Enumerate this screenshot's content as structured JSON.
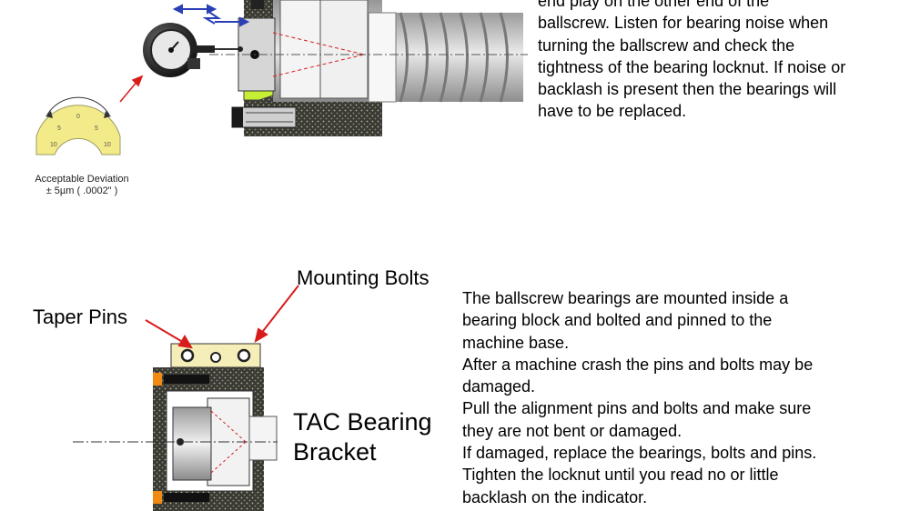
{
  "top_section": {
    "description_lines": [
      "end play on the other end of the",
      "ballscrew. Listen for bearing noise when",
      "turning the ballscrew and check the",
      "tightness of the bearing locknut. If noise or",
      "backlash is present then the bearings will",
      "have to be replaced."
    ],
    "gauge_caption_line1": "Acceptable Deviation",
    "gauge_caption_line2": "± 5µm ( .0002\" )",
    "dial_ticks": [
      "0",
      "5",
      "5",
      "10",
      "10"
    ]
  },
  "bottom_section": {
    "label_taper_pins": "Taper Pins",
    "label_mounting_bolts": "Mounting Bolts",
    "label_bracket_line1": "TAC Bearing",
    "label_bracket_line2": "Bracket",
    "description_lines": [
      "The ballscrew bearings are mounted inside a",
      "bearing block and bolted and pinned to the",
      "machine base.",
      "After a machine crash the pins and bolts may be",
      "damaged.",
      "Pull the alignment pins and bolts and  make sure",
      "they are not bent or damaged.",
      "If damaged, replace the bearings, bolts and pins.",
      "Tighten the locknut until you read no or little",
      "backlash on the indicator."
    ]
  },
  "colors": {
    "accent_red": "#d81c1c",
    "motion_blue": "#2a3fb5",
    "gauge_yellow": "#f3eb8a",
    "highlight_green": "#c6ef33",
    "hatch_dark": "#2f2f2f",
    "bolt_orange": "#f08a12"
  }
}
